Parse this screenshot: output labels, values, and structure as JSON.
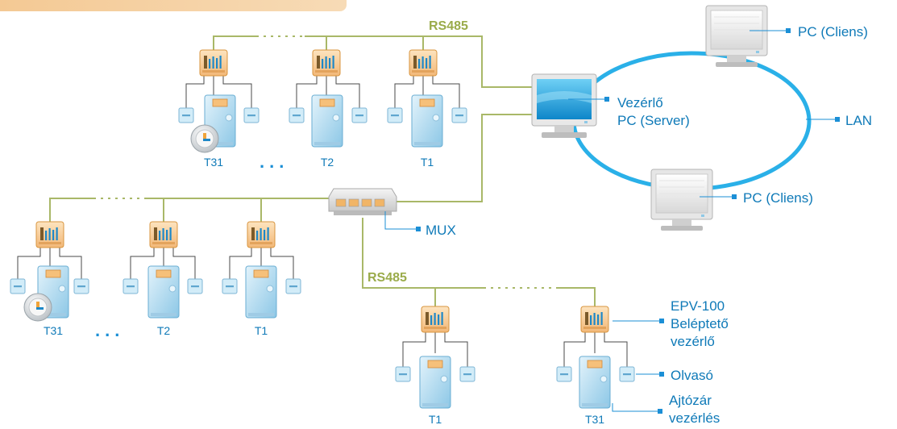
{
  "labels": {
    "rs485_top": "RS485",
    "rs485_bottom": "RS485",
    "vezerlo_line1": "Vezérlő",
    "vezerlo_line2": "PC (Server)",
    "pc_client_top": "PC (Cliens)",
    "pc_client_bottom": "PC (Cliens)",
    "lan": "LAN",
    "mux": "MUX",
    "epv_line1": "EPV-100",
    "epv_line2": "Beléptető",
    "epv_line3": "vezérlő",
    "olvaso": "Olvasó",
    "ajtozar_line1": "Ajtózár",
    "ajtozar_line2": "vezérlés",
    "dots": "..."
  },
  "units": {
    "top": [
      "T31",
      "T2",
      "T1"
    ],
    "left": [
      "T31",
      "T2",
      "T1"
    ],
    "bottom": [
      "T1",
      "T31"
    ]
  },
  "colors": {
    "bus_line": "#a9b868",
    "lan_ring": "#2ab0e8",
    "label_text": "#0f7ab8",
    "controller_fill": "#f7c68a",
    "door_fill": "#bcdff2",
    "accent_bar": "#f3c98a"
  },
  "icons": [
    "controller-icon",
    "door-icon",
    "reader-icon",
    "monitor-icon",
    "mux-icon",
    "lock-icon"
  ]
}
